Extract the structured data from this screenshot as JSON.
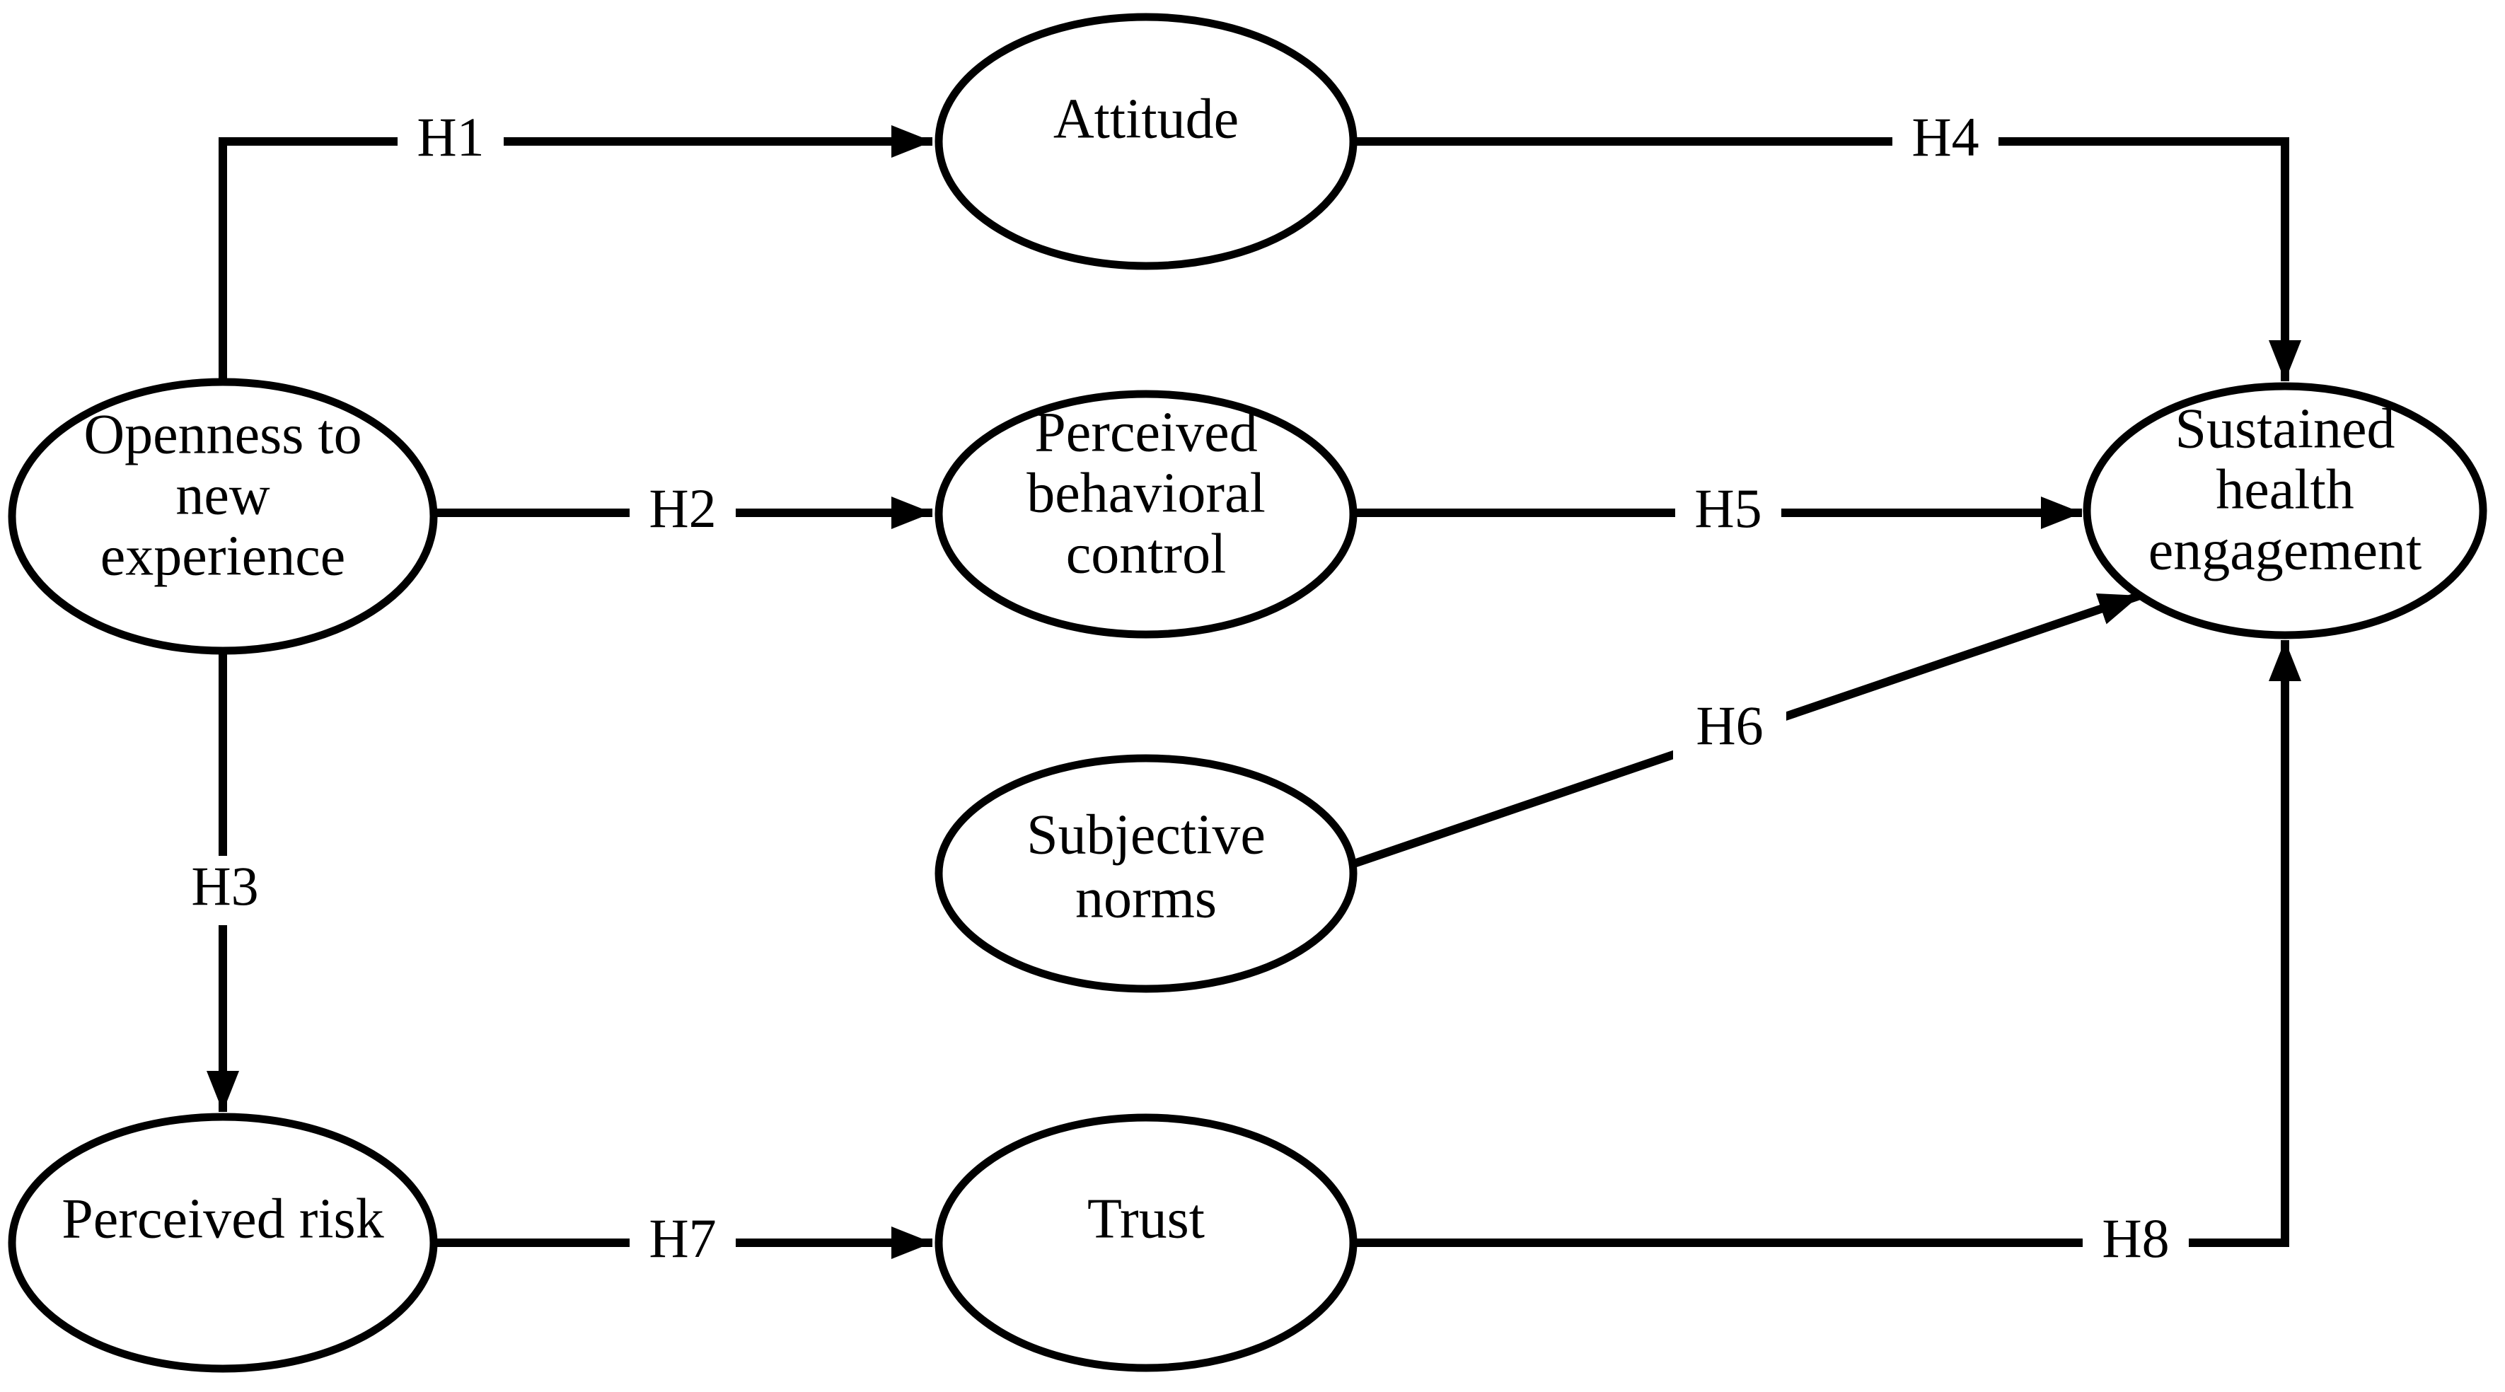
{
  "colors": {
    "background": "#ffffff",
    "stroke": "#000000",
    "text": "#000000"
  },
  "diagram": {
    "type": "hypothesis-path-model",
    "nodes": [
      {
        "id": "openness",
        "label": "Openness to new experience",
        "lines": [
          "Openness to",
          "new",
          "experience"
        ]
      },
      {
        "id": "attitude",
        "label": "Attitude",
        "lines": [
          "Attitude"
        ]
      },
      {
        "id": "perceived-behavioral-control",
        "label": "Perceived behavioral control",
        "lines": [
          "Perceived",
          "behavioral",
          "control"
        ]
      },
      {
        "id": "subjective-norms",
        "label": "Subjective norms",
        "lines": [
          "Subjective",
          "norms"
        ]
      },
      {
        "id": "perceived-risk",
        "label": "Perceived risk",
        "lines": [
          "Perceived risk"
        ]
      },
      {
        "id": "trust",
        "label": "Trust",
        "lines": [
          "Trust"
        ]
      },
      {
        "id": "sustained-health-engagement",
        "label": "Sustained health engagement",
        "lines": [
          "Sustained",
          "health",
          "engagement"
        ]
      }
    ],
    "edges": [
      {
        "id": "H1",
        "label": "H1",
        "from": "Openness to new experience",
        "to": "Attitude"
      },
      {
        "id": "H2",
        "label": "H2",
        "from": "Openness to new experience",
        "to": "Perceived behavioral control"
      },
      {
        "id": "H3",
        "label": "H3",
        "from": "Openness to new experience",
        "to": "Perceived risk"
      },
      {
        "id": "H4",
        "label": "H4",
        "from": "Attitude",
        "to": "Sustained health engagement"
      },
      {
        "id": "H5",
        "label": "H5",
        "from": "Perceived behavioral control",
        "to": "Sustained health engagement"
      },
      {
        "id": "H6",
        "label": "H6",
        "from": "Subjective norms",
        "to": "Sustained health engagement"
      },
      {
        "id": "H7",
        "label": "H7",
        "from": "Perceived risk",
        "to": "Trust"
      },
      {
        "id": "H8",
        "label": "H8",
        "from": "Trust",
        "to": "Sustained health engagement"
      }
    ]
  }
}
